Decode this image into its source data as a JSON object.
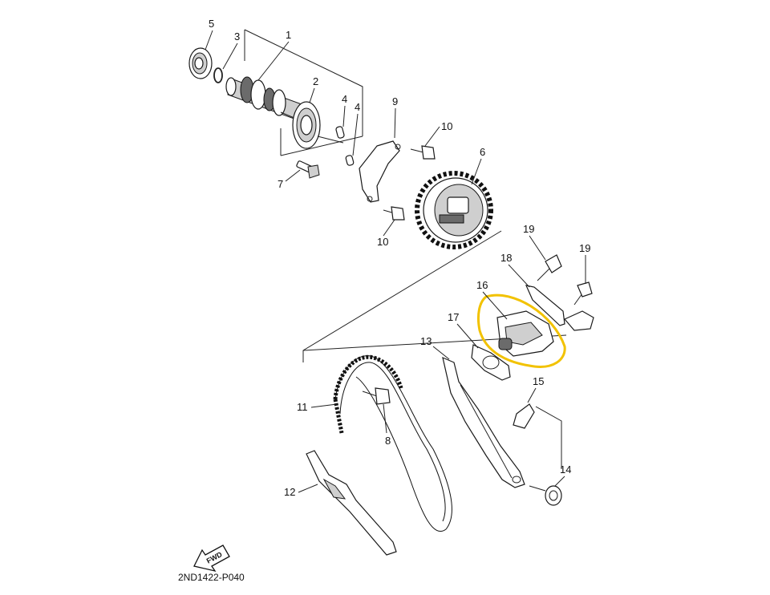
{
  "diagram": {
    "code": "2ND1422-P040",
    "fwd_label": "FWD",
    "highlight_color": "#f2c200",
    "callouts": {
      "c1": "1",
      "c2": "2",
      "c3": "3",
      "c4a": "4",
      "c4b": "4",
      "c5": "5",
      "c6": "6",
      "c7": "7",
      "c8": "8",
      "c9": "9",
      "c10a": "10",
      "c10b": "10",
      "c11": "11",
      "c12": "12",
      "c13": "13",
      "c14": "14",
      "c15": "15",
      "c16": "16",
      "c17": "17",
      "c18": "18",
      "c19a": "19",
      "c19b": "19"
    }
  }
}
